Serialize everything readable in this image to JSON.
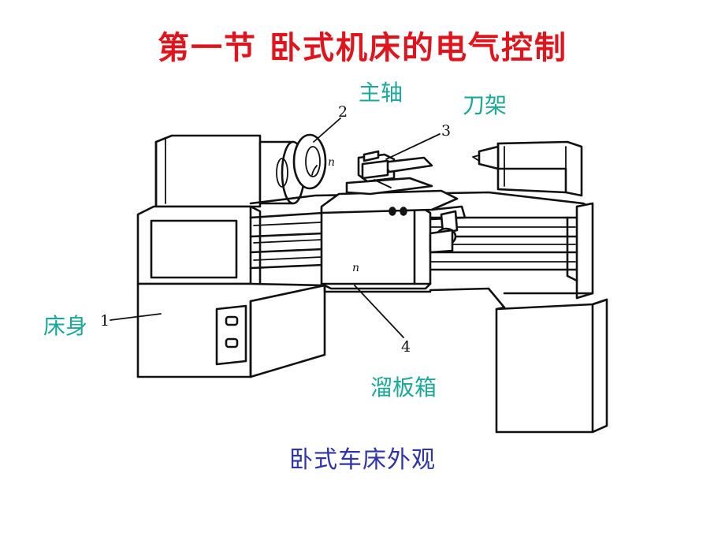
{
  "title": "第一节  卧式机床的电气控制",
  "labels": {
    "spindle": "主轴",
    "tool_rest": "刀架",
    "bed": "床身",
    "apron": "溜板箱"
  },
  "callouts": {
    "bed_num": "1",
    "spindle_num": "2",
    "tool_rest_num": "3",
    "apron_num": "4",
    "spindle_speed_symbol": "n",
    "apron_speed_symbol": "n"
  },
  "caption": "卧式车床外观",
  "colors": {
    "title": "#e0141c",
    "labels": "#1aa899",
    "caption": "#2f34a8"
  }
}
